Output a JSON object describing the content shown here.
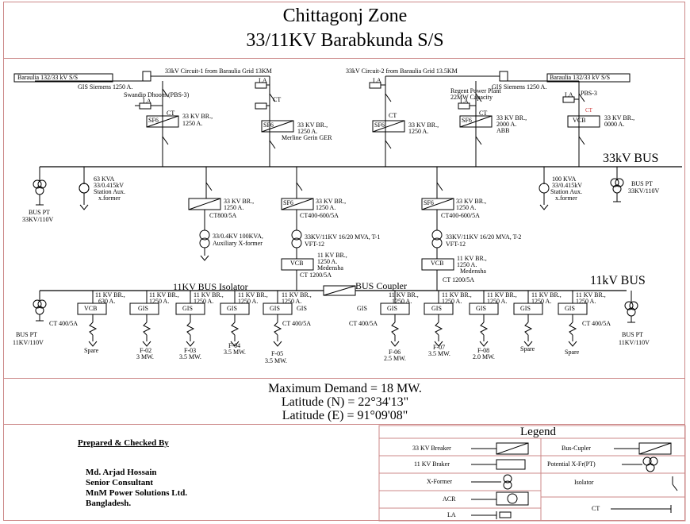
{
  "header": {
    "title_line1": "Chittagonj Zone",
    "title_line2": "33/11KV Barabkunda S/S"
  },
  "diagram": {
    "source_left": "Baraulia 132/33 kV S/S",
    "source_right": "Baraulia 132/33 kV S/S",
    "circuit1": "33kV Circuit-1 from Baraulia Grid 13KM",
    "circuit2": "33kV Circuit-2 from Baraulia Grid 13.5KM",
    "gis_left": "GIS Siemens 1250 A.",
    "gis_right": "GIS Siemens 1250 A.",
    "swandip": "Swandip Dhoom (PBS-3)",
    "regent_1": "Regent Power Plant",
    "regent_2": "22MW Capacity",
    "pbs3": "PBS-3",
    "la": "LA",
    "ct": "CT",
    "sf6": "SF6",
    "vcb": "VCB",
    "gis": "GIS",
    "br33_a": "33 KV BR.,",
    "br33_b": "1250 A.",
    "br33_abb_b": "2000 A.",
    "abb": "ABB",
    "br33_pbs_b": "0000 A.",
    "merline": "Merline Gerin GER",
    "bus33": "33kV BUS",
    "aux63_1": "63 KVA",
    "aux63_2": "33/0.415kV",
    "aux63_3": "Station Aux.",
    "aux63_4": "x.former",
    "aux100_1": "100 KVA",
    "aux100_2": "33/0.415kV",
    "aux100_3": "Station Aux.",
    "aux100_4": "x.former",
    "buspt": "BUS PT",
    "buspt33": "33KV/110V",
    "ct800": "CT800/5A",
    "auxx_1": "33/0.4KV 100KVA,",
    "auxx_2": "Auxiliary X-former",
    "ct400_600": "CT400-600/5A",
    "t1_1": "33KV/11KV 16/20 MVA, T-1",
    "t1_2": "VFT-12",
    "t2_1": "33KV/11KV 16/20 MVA, T-2",
    "t2_2": "VFT-12",
    "br11_a": "11 KV BR.,",
    "br11_b": "1250 A.",
    "br11_630": "630 A.",
    "medensha": "Medensha",
    "ct1200": "CT 1200/5A",
    "bus11_isolator": "11KV BUS Isolator",
    "bus_coupler": "BUS Coupler",
    "bus11": "11kV BUS",
    "ct400": "CT 400/5A",
    "buspt11": "11KV/110V",
    "spare": "Spare",
    "f02": "F-02",
    "f02_mw": "3 MW.",
    "f03": "F-03",
    "f03_mw": "3.5 MW.",
    "f04": "F-04",
    "f04_mw": "3.5 MW.",
    "f05": "F-05",
    "f05_mw": "3.5 MW.",
    "f06": "F-06",
    "f06_mw": "2.5 MW.",
    "f07": "F-07",
    "f07_mw": "3.5 MW.",
    "f08": "F-08",
    "f08_mw": "2.0 MW."
  },
  "info": {
    "max_demand": "Maximum Demand = 18 MW.",
    "lat_n": "Latitude (N) = 22°34'13\"",
    "lat_e": "Latitude (E) = 91°09'08\""
  },
  "prepared": {
    "heading": "Prepared & Checked By",
    "name": "Md. Arjad Hossain",
    "role": "Senior Consultant",
    "company": "MnM Power Solutions Ltd.",
    "country": "Bangladesh."
  },
  "legend": {
    "title": "Legend",
    "breaker33": "33 KV Breaker",
    "breaker11": "11 KV Braker",
    "xformer": "X-Former",
    "acr": "ACR",
    "la": "LA",
    "bus_cupler": "Bus-Cupler",
    "pt": "Potential X-Fr(PT)",
    "isolator": "Isolator",
    "ct": "CT"
  }
}
